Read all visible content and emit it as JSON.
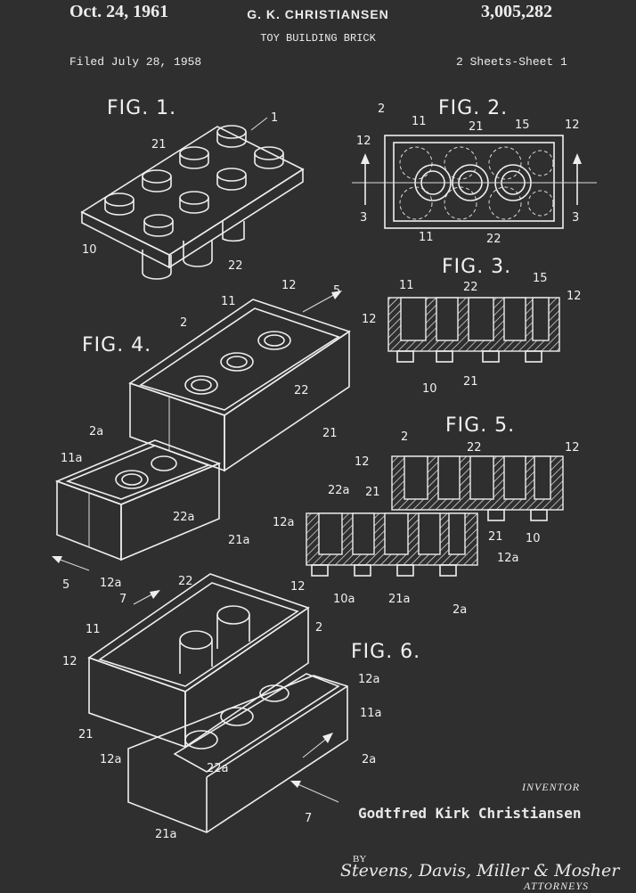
{
  "header": {
    "date": "Oct. 24, 1961",
    "inventor": "G. K. CHRISTIANSEN",
    "patent_number": "3,005,282",
    "title": "TOY BUILDING BRICK",
    "filed": "Filed July 28, 1958",
    "sheets": "2 Sheets-Sheet 1"
  },
  "figures": {
    "fig1": "FIG. 1.",
    "fig2": "FIG. 2.",
    "fig3": "FIG. 3.",
    "fig4": "FIG. 4.",
    "fig5": "FIG. 5.",
    "fig6": "FIG. 6."
  },
  "labels": {
    "l1": "1",
    "l10": "10",
    "l21": "21",
    "l22": "22",
    "l2": "2",
    "l11": "11",
    "l15": "15",
    "l12": "12",
    "l3": "3",
    "l5": "5",
    "l2a": "2a",
    "l11a": "11a",
    "l22a": "22a",
    "l12a": "12a",
    "l21a": "21a",
    "l10a": "10a",
    "l7": "7"
  },
  "footer": {
    "inventor_label": "INVENTOR",
    "inventor_name": "Godtfred Kirk Christiansen",
    "by": "BY",
    "signature": "Stevens, Davis, Miller & Mosher",
    "attorneys": "ATTORNEYS"
  },
  "colors": {
    "background": "#2f2f2f",
    "ink": "#eeeeee"
  }
}
